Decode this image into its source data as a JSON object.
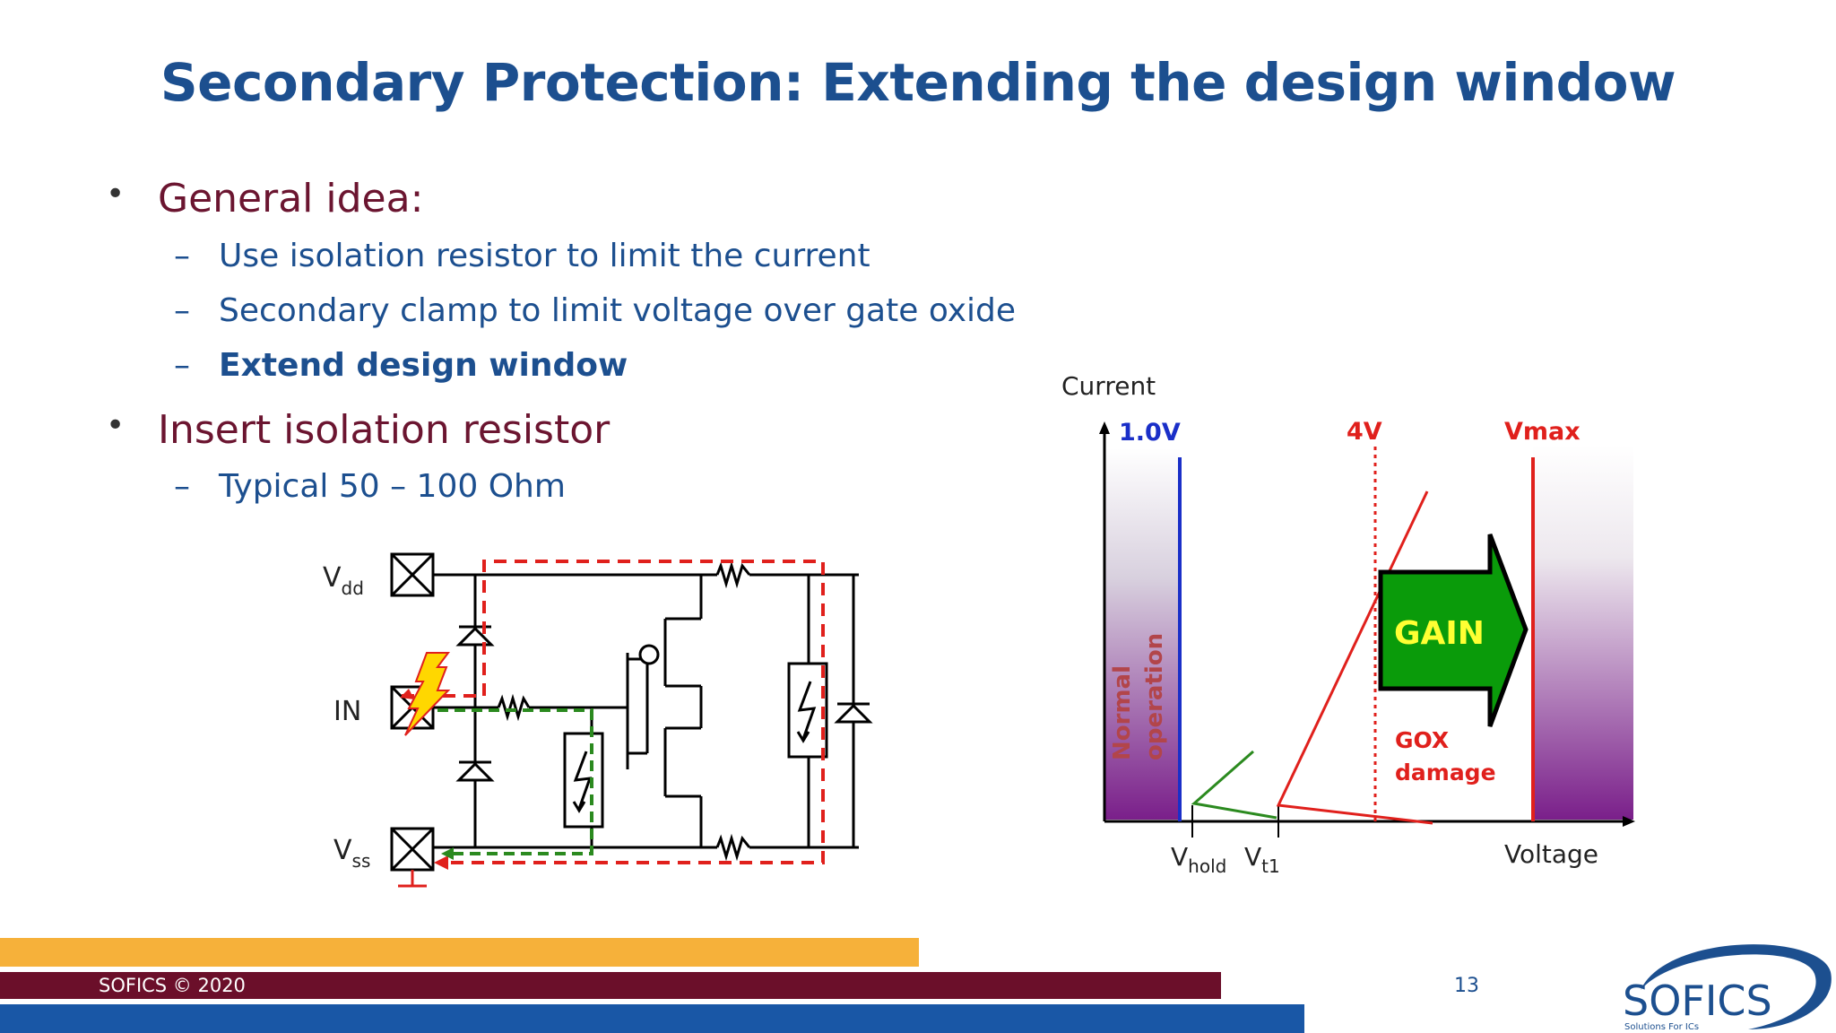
{
  "slide": {
    "title": "Secondary Protection: Extending the design window",
    "bullets": [
      {
        "text": "General idea:",
        "subs": [
          "Use isolation resistor to limit the current",
          "Secondary clamp to limit voltage over gate oxide",
          "Extend design window"
        ]
      },
      {
        "text": "Insert isolation resistor",
        "subs": [
          "Typical 50 – 100 Ohm"
        ]
      }
    ],
    "bullet_glyph": "•",
    "dash_glyph": "–"
  },
  "circuit": {
    "pad_vdd": "V",
    "pad_vdd_sub": "dd",
    "pad_in": "IN",
    "pad_vss": "V",
    "pad_vss_sub": "ss"
  },
  "iv": {
    "y_label": "Current",
    "x_label": "Voltage",
    "label_1v0": "1.0V",
    "label_4v": "4V",
    "label_vmax": "Vmax",
    "gain": "GAIN",
    "gox_1": "GOX",
    "gox_2": "damage",
    "normal_1": "Normal",
    "normal_2": "operation",
    "vhold": "V",
    "vhold_sub": "hold",
    "vt1": "V",
    "vt1_sub": "t1"
  },
  "footer": {
    "copyright": "SOFICS © 2020",
    "page": "13",
    "logo": "SOFICS",
    "logo_tag": "Solutions For ICs"
  },
  "colors": {
    "title": "#1c4f8f",
    "bullet_main": "#6b1530",
    "sub": "#1c4f8f",
    "band_orange": "#f6b13a",
    "band_maroon": "#6b0f2a",
    "band_blue": "#1957a6"
  }
}
